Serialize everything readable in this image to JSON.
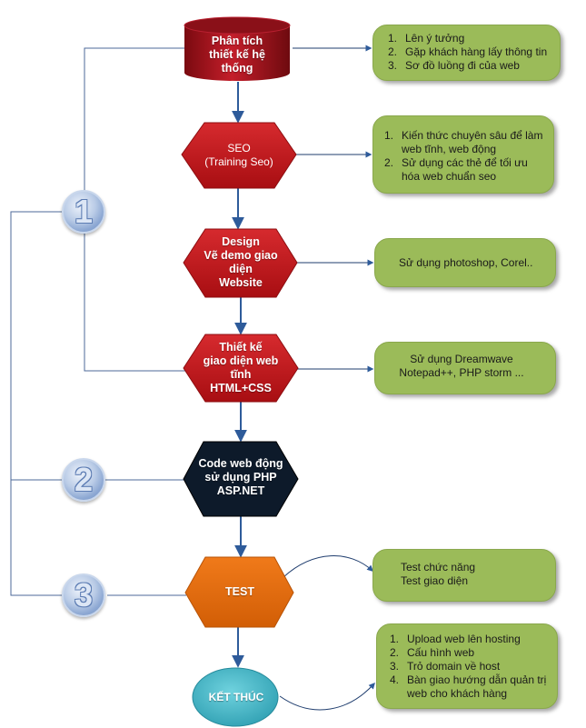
{
  "steps": {
    "analysis": {
      "lines": [
        "Phân tích",
        "thiết kế hệ",
        "thống"
      ]
    },
    "seo": {
      "lines": [
        "SEO",
        "(Training Seo)"
      ]
    },
    "design": {
      "lines": [
        "Design",
        "Vẽ demo giao",
        "diện",
        "Website"
      ]
    },
    "layout": {
      "lines": [
        "Thiết kế",
        "giao diện  web",
        "tĩnh",
        "HTML+CSS"
      ]
    },
    "code": {
      "lines": [
        "Code web động",
        "sử dụng PHP",
        "ASP.NET"
      ]
    },
    "test": {
      "lines": [
        "TEST"
      ]
    },
    "end": {
      "lines": [
        "KẾT THÚC"
      ]
    }
  },
  "notes": {
    "analysis": [
      {
        "num": "1.",
        "text": "Lên ý tưởng"
      },
      {
        "num": "2.",
        "text": "Gặp khách hàng lấy thông tin"
      },
      {
        "num": "3.",
        "text": "Sơ đồ luồng đi của web"
      }
    ],
    "seo": [
      {
        "num": "1.",
        "text": "Kiến thức chuyên sâu để làm web tĩnh, web động"
      },
      {
        "num": "2.",
        "text": "Sử dụng các thẻ để tối ưu hóa web chuẩn seo"
      }
    ],
    "design": [
      "Sử dụng photoshop, Corel.."
    ],
    "layout": [
      "Sử dụng Dreamwave",
      "Notepad++, PHP storm ..."
    ],
    "test": [
      "Test chức năng",
      "Test giao diện"
    ],
    "end": [
      {
        "num": "1.",
        "text": "Upload web lên hosting"
      },
      {
        "num": "2.",
        "text": " Cấu hình web"
      },
      {
        "num": "3.",
        "text": "Trỏ domain về host"
      },
      {
        "num": "4.",
        "text": " Bàn giao hướng dẫn quản trị web cho khách hàng"
      }
    ]
  },
  "badges": [
    "1",
    "2",
    "3"
  ],
  "colors": {
    "red_step": "#c0181c",
    "black_step": "#0d1a2a",
    "orange_step": "#e36c0a",
    "end_circle": "#3fb3c6",
    "note_green": "#9bbb59",
    "arrow": "#2e5b9a",
    "connector": "#4d6a9a"
  }
}
